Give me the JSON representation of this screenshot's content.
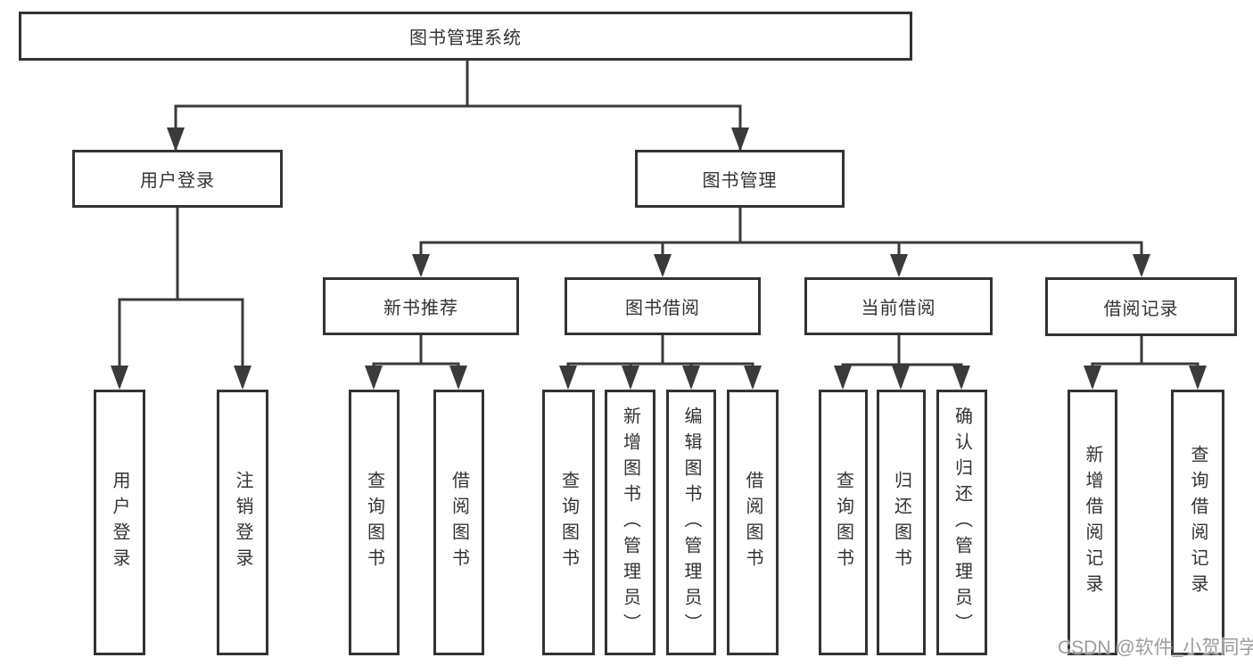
{
  "diagram": {
    "title": "图书管理系统",
    "nodes": {
      "root": "图书管理系统",
      "user_login": "用户登录",
      "book_mgmt": "图书管理",
      "new_book": "新书推荐",
      "book_borrow": "图书借阅",
      "current_borrow": "当前借阅",
      "borrow_record": "借阅记录",
      "leaf_user_login": "用户登录",
      "leaf_logout": "注销登录",
      "leaf_nb_query": "查询图书",
      "leaf_nb_borrow": "借阅图书",
      "leaf_bb_query": "查询图书",
      "leaf_bb_add": "新增图书（管理员）",
      "leaf_bb_edit": "编辑图书（管理员）",
      "leaf_bb_borrow": "借阅图书",
      "leaf_cb_query": "查询图书",
      "leaf_cb_return": "归还图书",
      "leaf_cb_confirm": "确认归还（管理员）",
      "leaf_br_add": "新增借阅记录",
      "leaf_br_query": "查询借阅记录"
    },
    "tree": {
      "root": "图书管理系统",
      "children": [
        {
          "label": "用户登录",
          "children": [
            "用户登录",
            "注销登录"
          ]
        },
        {
          "label": "图书管理",
          "children": [
            {
              "label": "新书推荐",
              "children": [
                "查询图书",
                "借阅图书"
              ]
            },
            {
              "label": "图书借阅",
              "children": [
                "查询图书",
                "新增图书（管理员）",
                "编辑图书（管理员）",
                "借阅图书"
              ]
            },
            {
              "label": "当前借阅",
              "children": [
                "查询图书",
                "归还图书",
                "确认归还（管理员）"
              ]
            },
            {
              "label": "借阅记录",
              "children": [
                "新增借阅记录",
                "查询借阅记录"
              ]
            }
          ]
        }
      ]
    },
    "watermark": "CSDN @软件_小贺同学",
    "colors": {
      "line": "#3a3a3a",
      "border": "#333333",
      "text": "#333333",
      "watermark": "#9c9c9c",
      "background": "#ffffff"
    }
  }
}
